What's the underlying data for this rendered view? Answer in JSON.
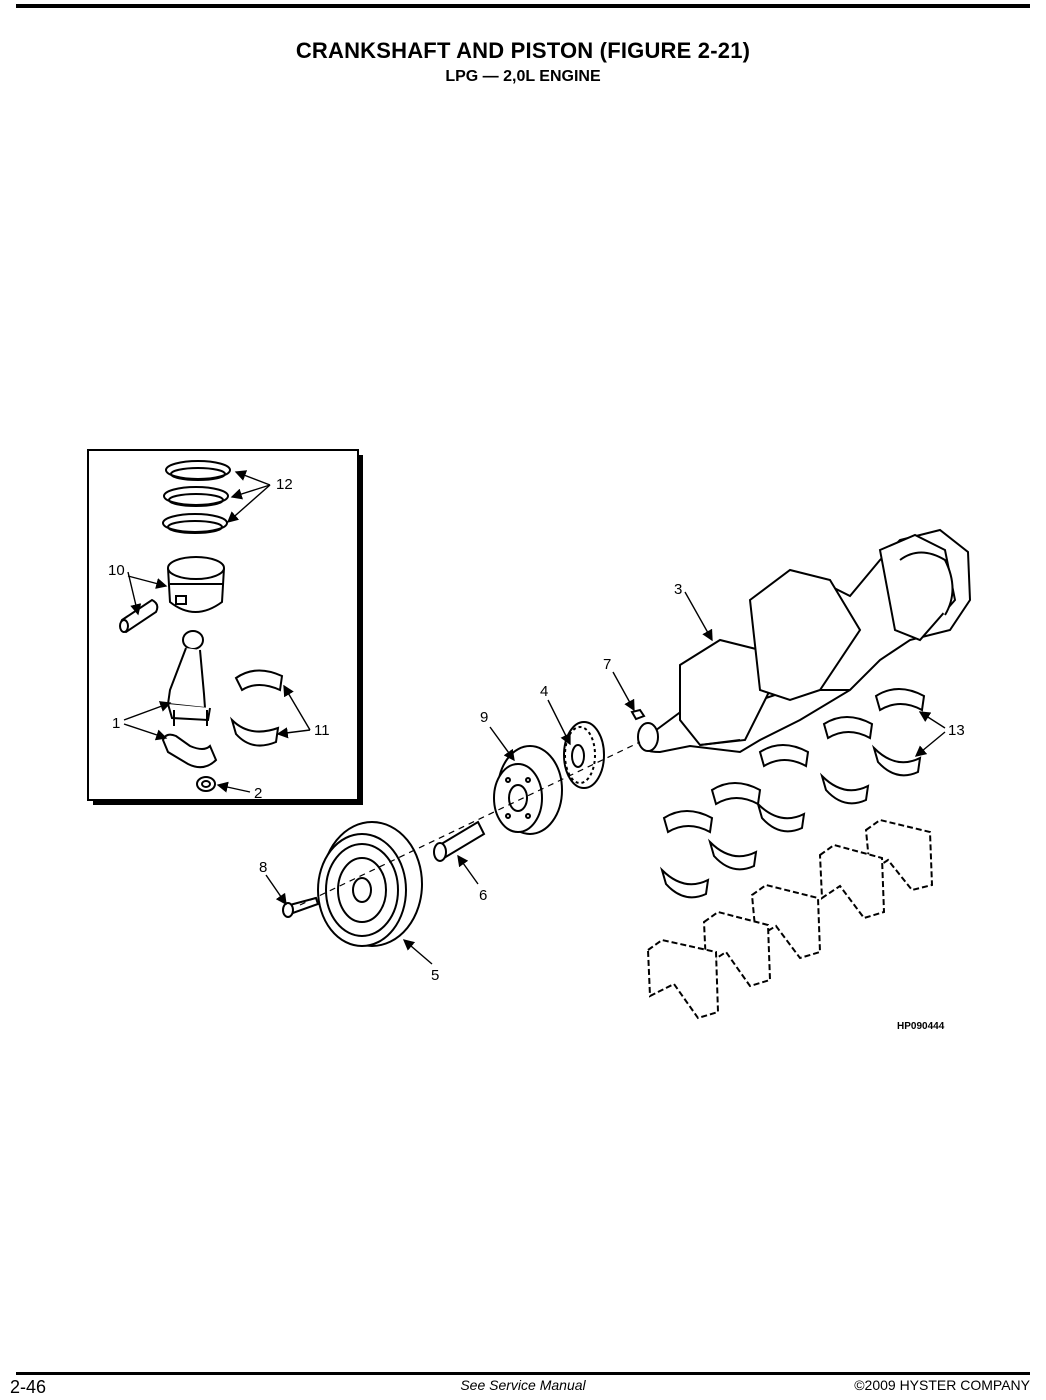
{
  "header": {
    "title": "CRANKSHAFT AND PISTON (FIGURE 2-21)",
    "subtitle": "LPG — 2,0L ENGINE"
  },
  "figure": {
    "code": "HP090444",
    "callouts": [
      "1",
      "2",
      "3",
      "4",
      "5",
      "6",
      "7",
      "8",
      "9",
      "10",
      "11",
      "12",
      "13"
    ]
  },
  "footer": {
    "page_number": "2-46",
    "note": "See Service Manual",
    "copyright": "©2009 HYSTER COMPANY"
  }
}
